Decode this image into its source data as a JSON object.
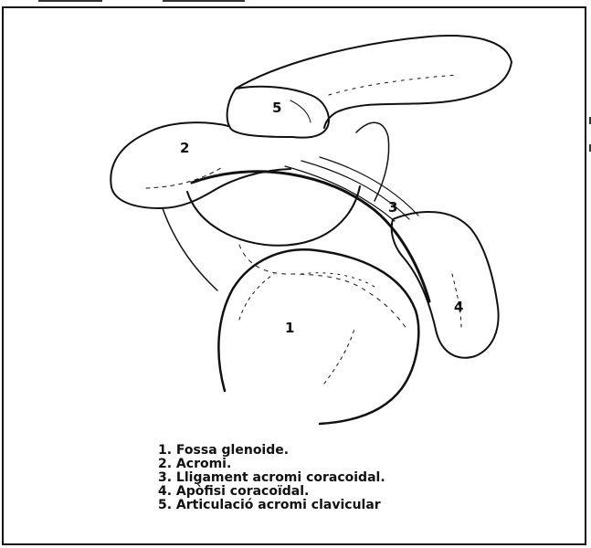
{
  "figure": {
    "labels": {
      "fossa_glenoide": "1",
      "acromi": "2",
      "lligament": "3",
      "apofisi": "4",
      "articulacio": "5"
    },
    "legend": [
      "1. Fossa glenoide.",
      "2. Acromi.",
      "3. Lligament acromi coracoidal.",
      "4. Apòfisi coracoïdal.",
      "5. Articulació acromi clavicular"
    ]
  }
}
